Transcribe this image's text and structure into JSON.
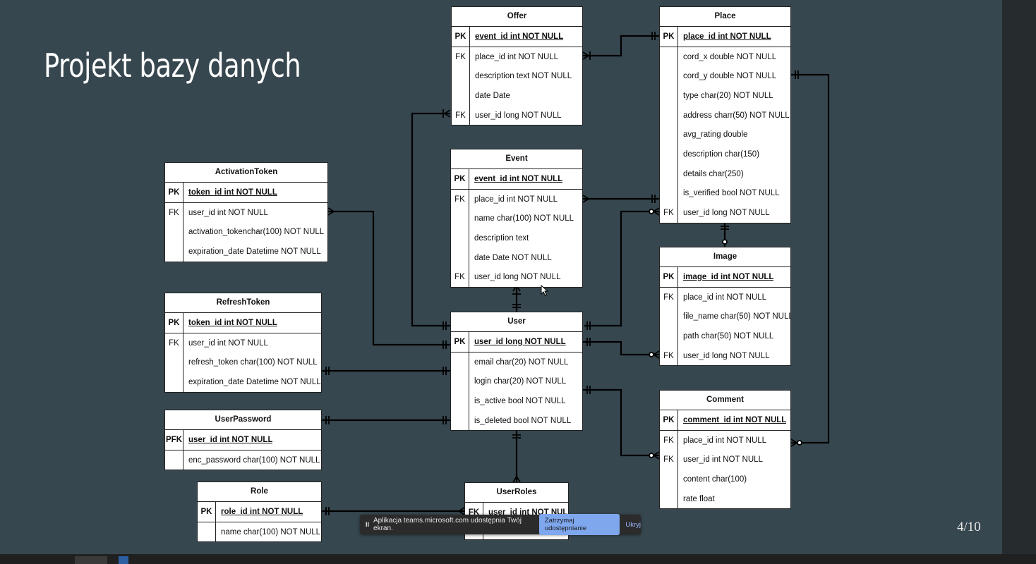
{
  "slide": {
    "title": "Projekt bazy danych",
    "page_number": "4/10"
  },
  "share_bar": {
    "pause_icon": "pause-icon",
    "message": "Aplikacja teams.microsoft.com udostępnia Twój ekran.",
    "stop_label": "Zatrzymaj udostępnianie",
    "hide_label": "Ukryj"
  },
  "tables": {
    "offer": {
      "name": "Offer",
      "rows": [
        {
          "key": "PK",
          "text": "event_id int NOT NULL"
        },
        {
          "key": "FK",
          "text": "place_id int NOT NULL"
        },
        {
          "key": "",
          "text": "description text NOT NULL"
        },
        {
          "key": "",
          "text": "date Date"
        },
        {
          "key": "FK",
          "text": "user_id long NOT NULL"
        }
      ]
    },
    "event": {
      "name": "Event",
      "rows": [
        {
          "key": "PK",
          "text": "event_id int NOT NULL"
        },
        {
          "key": "FK",
          "text": "place_id int NOT NULL"
        },
        {
          "key": "",
          "text": "name char(100) NOT NULL"
        },
        {
          "key": "",
          "text": "description text"
        },
        {
          "key": "",
          "text": "date Date NOT NULL"
        },
        {
          "key": "FK",
          "text": "user_id long NOT NULL"
        }
      ]
    },
    "user": {
      "name": "User",
      "rows": [
        {
          "key": "PK",
          "text": "user_id long NOT NULL"
        },
        {
          "key": "",
          "text": "email char(20) NOT NULL"
        },
        {
          "key": "",
          "text": "login char(20) NOT NULL"
        },
        {
          "key": "",
          "text": "is_active bool NOT NULL"
        },
        {
          "key": "",
          "text": "is_deleted bool NOT NULL"
        }
      ]
    },
    "userroles": {
      "name": "UserRoles",
      "rows": [
        {
          "key": "FK",
          "text": "user_id int NOT NULL"
        },
        {
          "key": "",
          "text": ""
        }
      ]
    },
    "place": {
      "name": "Place",
      "rows": [
        {
          "key": "PK",
          "text": "place_id int NOT NULL"
        },
        {
          "key": "",
          "text": "cord_x double NOT NULL"
        },
        {
          "key": "",
          "text": "cord_y double NOT NULL"
        },
        {
          "key": "",
          "text": "type char(20) NOT NULL"
        },
        {
          "key": "",
          "text": "address charr(50) NOT NULL"
        },
        {
          "key": "",
          "text": "avg_rating double"
        },
        {
          "key": "",
          "text": "description char(150)"
        },
        {
          "key": "",
          "text": "details char(250)"
        },
        {
          "key": "",
          "text": "is_verified bool NOT NULL"
        },
        {
          "key": "FK",
          "text": "user_id long NOT NULL"
        }
      ]
    },
    "image": {
      "name": "Image",
      "rows": [
        {
          "key": "PK",
          "text": "image_id int NOT NULL"
        },
        {
          "key": "FK",
          "text": "place_id int NOT NULL"
        },
        {
          "key": "",
          "text": "file_name char(50) NOT NULL"
        },
        {
          "key": "",
          "text": "path char(50) NOT NULL"
        },
        {
          "key": "FK",
          "text": "user_id long NOT NULL"
        }
      ]
    },
    "comment": {
      "name": "Comment",
      "rows": [
        {
          "key": "PK",
          "text": "comment_id int NOT NULL"
        },
        {
          "key": "FK",
          "text": "place_id int NOT NULL"
        },
        {
          "key": "FK",
          "text": "user_id int NOT NULL"
        },
        {
          "key": "",
          "text": "content char(100)"
        },
        {
          "key": "",
          "text": "rate float"
        }
      ]
    },
    "activationtoken": {
      "name": "ActivationToken",
      "rows": [
        {
          "key": "PK",
          "text": "token_id int NOT NULL"
        },
        {
          "key": "FK",
          "text": "user_id int NOT NULL"
        },
        {
          "key": "",
          "text": "activation_tokenchar(100) NOT NULL"
        },
        {
          "key": "",
          "text": "expiration_date Datetime NOT NULL"
        }
      ]
    },
    "refreshtoken": {
      "name": "RefreshToken",
      "rows": [
        {
          "key": "PK",
          "text": "token_id int NOT NULL"
        },
        {
          "key": "FK",
          "text": "user_id int NOT NULL"
        },
        {
          "key": "",
          "text": "refresh_token char(100) NOT NULL"
        },
        {
          "key": "",
          "text": "expiration_date Datetime NOT NULL"
        }
      ]
    },
    "userpassword": {
      "name": "UserPassword",
      "rows": [
        {
          "key": "PFK",
          "text": "user_id int NOT NULL"
        },
        {
          "key": "",
          "text": "enc_password char(100) NOT NULL"
        }
      ]
    },
    "role": {
      "name": "Role",
      "rows": [
        {
          "key": "PK",
          "text": "role_id int NOT NULL"
        },
        {
          "key": "",
          "text": "name char(100) NOT NULL"
        }
      ]
    }
  }
}
